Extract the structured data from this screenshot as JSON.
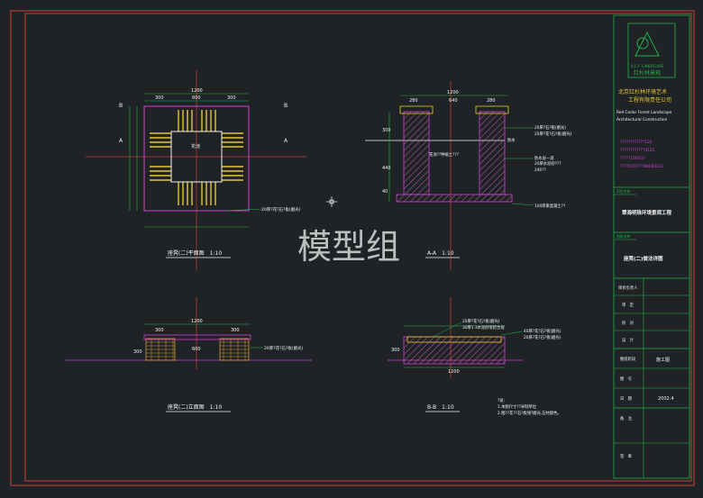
{
  "watermark": "模型组",
  "title_block": {
    "company_cn_line1": "北京红杉林环境艺术",
    "company_cn_line2": "工程有限责任公司",
    "company_en_line1": "Red Cedar Forest Landscape",
    "company_en_line2": "Architectural Construction",
    "logo_text": "R.C.F. LANDSCAPE",
    "logo_cn": "红杉林景观",
    "contact_lines": [
      "????????????12£",
      "????????????4125",
      "?????100037",
      "????010????88083241"
    ],
    "project_label": "项目名称",
    "project_name": "翠海明珠环境景观工程",
    "drawing_label": "图纸名称",
    "drawing_name": "座凳(二)做法详图",
    "role_rows": [
      {
        "label": "项目负责人",
        "value": ""
      },
      {
        "label": "审　定",
        "value": ""
      },
      {
        "label": "校　对",
        "value": ""
      },
      {
        "label": "设　计",
        "value": ""
      }
    ],
    "status_rows": [
      {
        "label": "图纸阶段",
        "value": "施工图"
      },
      {
        "label": "图　号",
        "value": ""
      },
      {
        "label": "日　期",
        "value": "2002.4"
      }
    ],
    "note_rows": [
      {
        "label": "备　注",
        "value": ""
      },
      {
        "label": "签　章",
        "value": ""
      }
    ]
  },
  "views": {
    "plan": {
      "title": "座凳(二)平面图　1:10",
      "dim_total": "1200",
      "dim_parts": [
        "300",
        "600",
        "300"
      ],
      "section_marks": [
        "A",
        "A",
        "B",
        "B"
      ],
      "center_label": "花池",
      "annotation": "20厚?花?石?板(磨光)"
    },
    "section_aa": {
      "title": "A-A　1:10",
      "dim_total": "1200",
      "dim_parts": [
        "280",
        "640",
        "280"
      ],
      "annotations": [
        "20厚?石?板(磨光)",
        "20厚?花?石?板(磨光)",
        "防水",
        "花池??种植土???",
        "防水层一道",
        "20厚水泥砂???",
        "240??",
        "100厚素混凝土??"
      ],
      "left_dims": [
        "300",
        "440",
        "40"
      ]
    },
    "elevation": {
      "title": "座凳(二)立面图　1:10",
      "dim_total": "1200",
      "dim_parts": [
        "300",
        "600",
        "300"
      ],
      "annotation": "20厚?花?石?板(磨光)",
      "height": "300"
    },
    "section_bb": {
      "title": "B-B　1:10",
      "dim_total": "1200",
      "height": "300",
      "annotations": [
        "20厚?花?石?板(磨光)",
        "30厚1:3水泥砂浆结合层",
        "40厚?花?石?板(磨光)",
        "20厚?花?石?板(磨光)"
      ],
      "notes_title": "?说:",
      "notes": [
        "1.本图尺寸??米制单位",
        "2.图??花??石?板线?磨光,石材颜色。"
      ]
    }
  },
  "colors": {
    "background": "#1f2326",
    "frame": "#c8413a",
    "green": "#22b04a",
    "magenta": "#d23fd2",
    "yellow": "#e8c634",
    "white": "#f2f2f2",
    "hatch": "#e06fd0"
  }
}
